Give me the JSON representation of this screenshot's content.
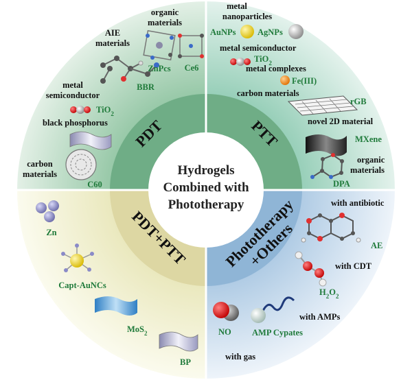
{
  "center": {
    "line1": "Hydrogels",
    "line2": "Combined with",
    "line3": "Phototherapy"
  },
  "sections": {
    "pdt": "PDT",
    "ptt": "PTT",
    "pdt_ptt": "PDT+PTT",
    "photo_others_1": "Phototherapy",
    "photo_others_2": "+Others"
  },
  "pdt_labels": {
    "organic_materials": [
      "organic",
      "materials"
    ],
    "aie_materials": [
      "AIE",
      "materials"
    ],
    "znpcs": "ZnPcs",
    "ce6": "Ce6",
    "bbr": "BBR",
    "metal_semiconductor": [
      "metal",
      "semiconductor"
    ],
    "tio2": "TiO",
    "tio2_sub": "2",
    "black_phosphorus": "black phosphorus",
    "carbon_materials": [
      "carbon",
      "materials"
    ],
    "c60": "C60"
  },
  "ptt_labels": {
    "metal_nanoparticles": [
      "metal",
      "nanoparticles"
    ],
    "aunps": "AuNPs",
    "agnps": "AgNPs",
    "metal_semiconductor": "metal semiconductor",
    "tio2": "TiO",
    "tio2_sub": "2",
    "metal_complexes": "metal complexes",
    "fe3": "Fe(III)",
    "carbon_materials": "carbon materials",
    "rgb": "rGB",
    "novel_2d": "novel 2D material",
    "mxene": "MXene",
    "organic_materials": [
      "organic",
      "materials"
    ],
    "dpa": "DPA"
  },
  "pdtptt_labels": {
    "zn": "Zn",
    "capt_auncs": "Capt-AuNCs",
    "mos2": "MoS",
    "mos2_sub": "2",
    "bp": "BP"
  },
  "others_labels": {
    "with_antibiotic": "with antibiotic",
    "ae": "AE",
    "with_cdt": "with CDT",
    "h2o2": "H",
    "h2o2_sub1": "2",
    "h2o2_o": "O",
    "h2o2_sub2": "2",
    "with_amps": "with AMPs",
    "no": "NO",
    "amp_cypates": "AMP Cypates",
    "with_gas": "with gas"
  },
  "colors": {
    "pdt_outer": "#bddcc6",
    "ptt_outer": "#bde0d2",
    "pdtptt_outer": "#f1f0d0",
    "others_outer": "#cfe0ec",
    "pdt_inner": "#6fad86",
    "ptt_inner": "#6fad86",
    "pdtptt_inner": "#ded8a4",
    "others_inner": "#8fb5d6",
    "center": "#ffffff",
    "label_green": "#1f7a3a"
  }
}
